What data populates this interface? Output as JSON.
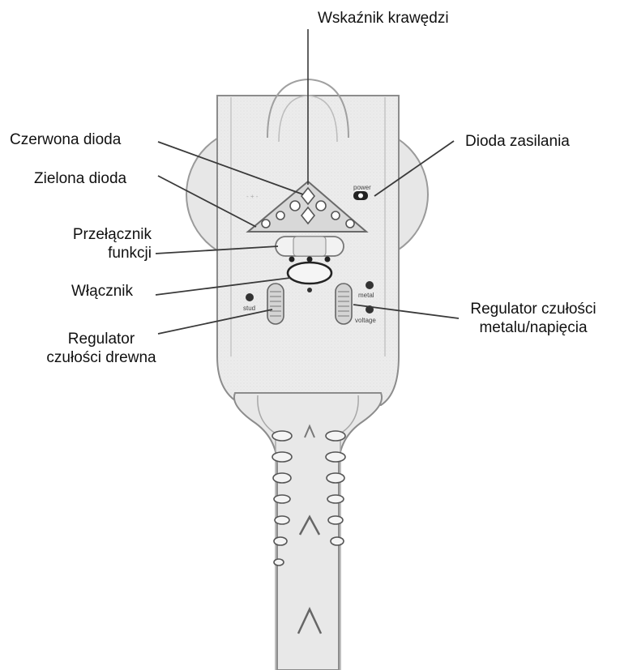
{
  "labels": {
    "edge_indicator": "Wskaźnik krawędzi",
    "red_led": "Czerwona dioda",
    "green_led": "Zielona dioda",
    "power_led": "Dioda zasilania",
    "function_switch": [
      "Przełącznik",
      "funkcji"
    ],
    "power_button": "Włącznik",
    "metal_voltage_sensitivity": [
      "Regulator czułości",
      "metalu/napięcia"
    ],
    "wood_sensitivity": [
      "Regulator",
      "czułości drewna"
    ]
  },
  "device_text": {
    "power": "power",
    "stud": "stud",
    "metal": "metal",
    "voltage": "voltage"
  },
  "colors": {
    "body_fill": "#eaeaea",
    "outline": "#8c8c8c",
    "leader": "#3a3a3a",
    "text": "#111111"
  }
}
